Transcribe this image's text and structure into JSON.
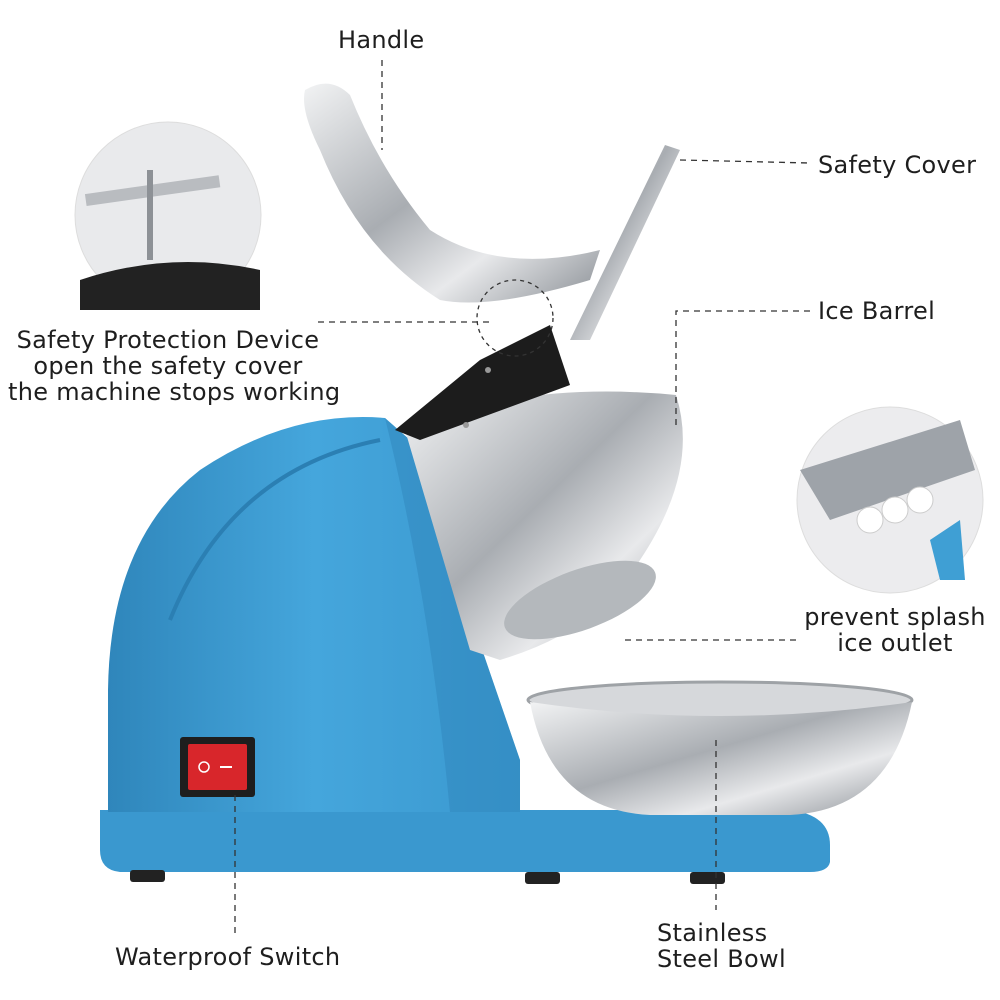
{
  "labels": {
    "handle": "Handle",
    "safety_cover": "Safety Cover",
    "ice_barrel": "Ice Barrel",
    "safety_device": [
      "Safety Protection Device",
      "open the safety cover",
      "the machine stops working"
    ],
    "ice_outlet": [
      "prevent splash",
      "ice outlet"
    ],
    "switch": "Waterproof Switch",
    "bowl": [
      "Stainless",
      "Steel Bowl"
    ]
  },
  "colors": {
    "body": "#3f9fd4",
    "body_dark": "#2f86bb",
    "steel": "#c9ccd0",
    "switch": "#d8262b",
    "leader": "#333333"
  }
}
